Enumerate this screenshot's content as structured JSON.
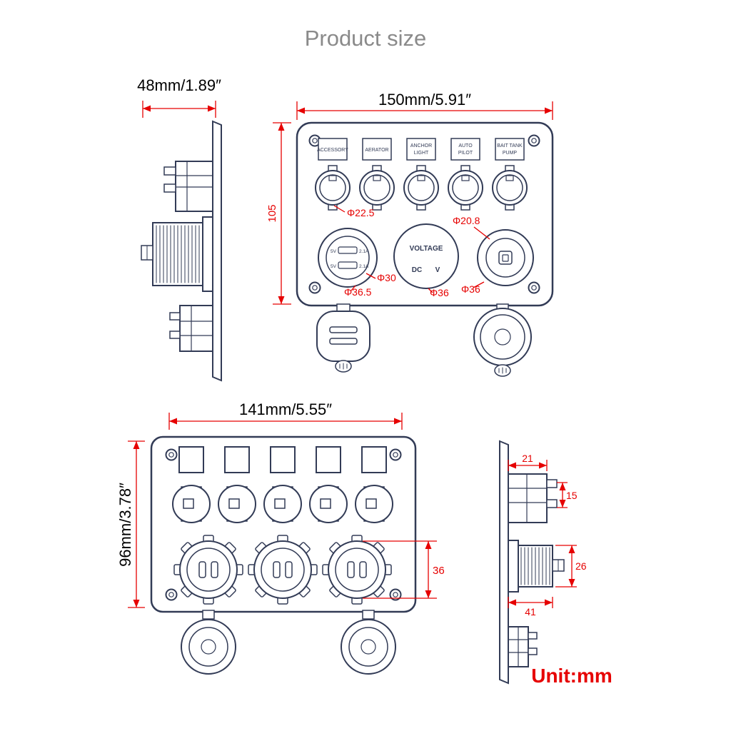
{
  "title": "Product size",
  "unit_label": "Unit:mm",
  "colors": {
    "drawing": "#323b56",
    "dimension": "#e60000",
    "title": "#8a8a8a"
  },
  "side_view_left": {
    "width_label": "48mm/1.89″"
  },
  "front_view": {
    "width_label": "150mm/5.91″",
    "height_label": "105",
    "switch_labels": [
      [
        "ACCESSORY"
      ],
      [
        "AERATOR"
      ],
      [
        "ANCHOR",
        "LIGHT"
      ],
      [
        "AUTO",
        "PILOT"
      ],
      [
        "BAIT TANK",
        "PUMP"
      ]
    ],
    "switch_dia_label": "Φ22.5",
    "usb": {
      "volt_label": "5V",
      "amp_label": "2.1A",
      "inner_dia_label": "Φ30",
      "outer_dia_label": "Φ36.5"
    },
    "voltmeter": {
      "title": "VOLTAGE",
      "dc_label": "DC",
      "v_label": "V",
      "dia_label": "Φ36"
    },
    "power_socket": {
      "inner_dia_label": "Φ20.8",
      "dia_label": "Φ36"
    }
  },
  "rear_view": {
    "width_label": "141mm/5.55″",
    "height_label": "96mm/3.78″",
    "socket_height_label": "36"
  },
  "side_view_right": {
    "top_width_label": "21",
    "prong_height_label": "15",
    "body_height_label": "26",
    "body_width_label": "41"
  }
}
